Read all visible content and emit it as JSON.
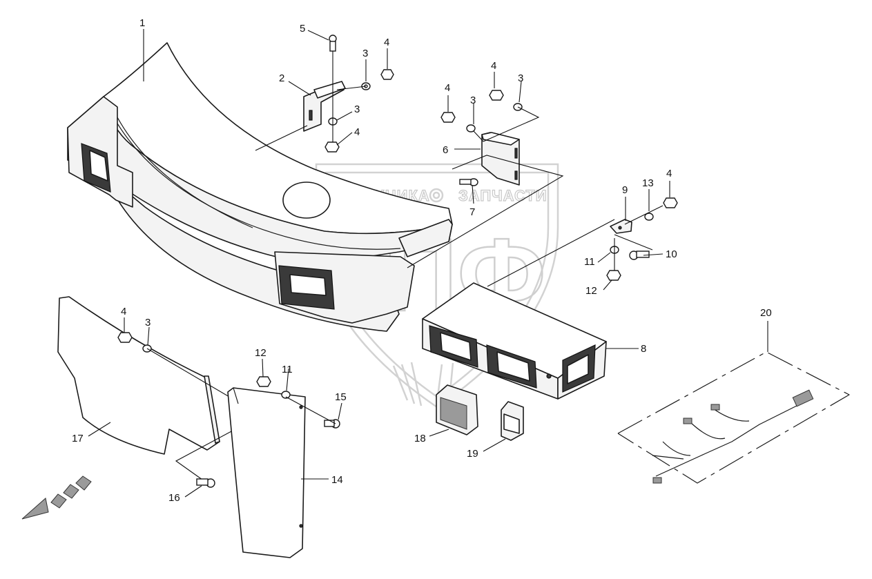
{
  "watermark": {
    "text_left": "ТЕХНИКА",
    "text_right": "ЗАПЧАСТИ",
    "logo_letters": "ЭПФ",
    "gear_icon": "gear-icon"
  },
  "callouts": [
    {
      "id": "c1",
      "label": "1"
    },
    {
      "id": "c2",
      "label": "2"
    },
    {
      "id": "c3a",
      "label": "3"
    },
    {
      "id": "c3b",
      "label": "3"
    },
    {
      "id": "c3c",
      "label": "3"
    },
    {
      "id": "c3d",
      "label": "3"
    },
    {
      "id": "c3e",
      "label": "3"
    },
    {
      "id": "c4a",
      "label": "4"
    },
    {
      "id": "c4b",
      "label": "4"
    },
    {
      "id": "c4c",
      "label": "4"
    },
    {
      "id": "c4d",
      "label": "4"
    },
    {
      "id": "c4e",
      "label": "4"
    },
    {
      "id": "c4f",
      "label": "4"
    },
    {
      "id": "c5",
      "label": "5"
    },
    {
      "id": "c6",
      "label": "6"
    },
    {
      "id": "c7",
      "label": "7"
    },
    {
      "id": "c8",
      "label": "8"
    },
    {
      "id": "c9",
      "label": "9"
    },
    {
      "id": "c10",
      "label": "10"
    },
    {
      "id": "c11a",
      "label": "11"
    },
    {
      "id": "c11b",
      "label": "11"
    },
    {
      "id": "c12a",
      "label": "12"
    },
    {
      "id": "c12b",
      "label": "12"
    },
    {
      "id": "c13",
      "label": "13"
    },
    {
      "id": "c14",
      "label": "14"
    },
    {
      "id": "c15",
      "label": "15"
    },
    {
      "id": "c16",
      "label": "16"
    },
    {
      "id": "c17",
      "label": "17"
    },
    {
      "id": "c18",
      "label": "18"
    },
    {
      "id": "c19",
      "label": "19"
    },
    {
      "id": "c20",
      "label": "20"
    }
  ],
  "icons": {
    "direction_arrow": "forward-arrow-icon"
  }
}
